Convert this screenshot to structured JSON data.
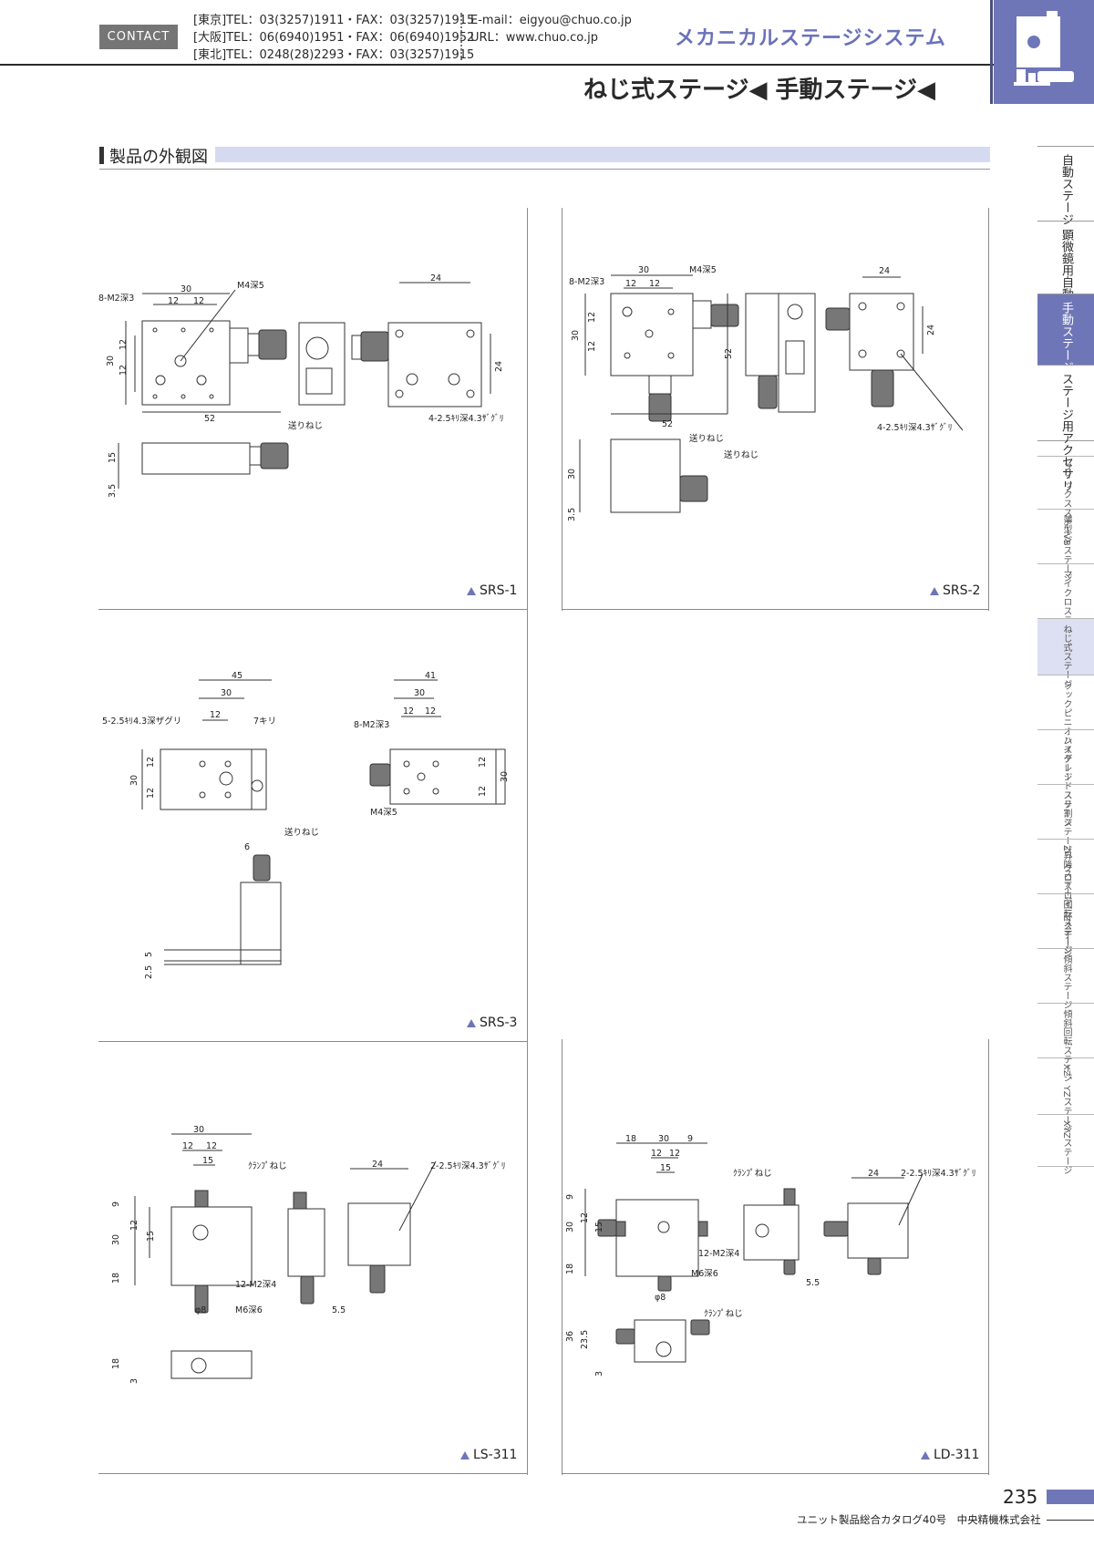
{
  "header": {
    "contact_label": "CONTACT",
    "tel_lines": [
      "[東京]TEL：03(3257)1911・FAX：03(3257)1915",
      "[大阪]TEL：06(6940)1951・FAX：06(6940)1952",
      "[東北]TEL：0248(28)2293・FAX：03(3257)1915"
    ],
    "email": "E-mail：eigyou@chuo.co.jp",
    "url": "URL：www.chuo.co.jp",
    "category_title": "メカニカルステージシステム",
    "page_subtitle": "ねじ式ステージ◀ 手動ステージ◀",
    "corner_icon": "stage-icon",
    "accent_color": "#6f76b7"
  },
  "section": {
    "title": "製品の外観図"
  },
  "products": [
    {
      "model": "SRS-1",
      "dims": [
        "8-M2深3",
        "30",
        "12",
        "12",
        "M4深5",
        "30",
        "12",
        "12",
        "52",
        "送りねじ",
        "15",
        "3.5",
        "24",
        "24",
        "4-2.5ｷﾘ深4.3ｻﾞｸﾞﾘ"
      ]
    },
    {
      "model": "SRS-2",
      "dims": [
        "30",
        "M4深5",
        "8-M2深3",
        "12",
        "12",
        "30",
        "12",
        "12",
        "52",
        "52",
        "24",
        "24",
        "4-2.5ｷﾘ深4.3ｻﾞｸﾞﾘ",
        "送りねじ",
        "送りねじ",
        "30",
        "3.5"
      ]
    },
    {
      "model": "SRS-3",
      "dims": [
        "45",
        "30",
        "12",
        "5-2.5ｷﾘ4.3深ザグリ",
        "7キリ",
        "30",
        "12",
        "12",
        "41",
        "30",
        "12",
        "12",
        "8-M2深3",
        "12",
        "12",
        "30",
        "M4深5",
        "6",
        "送りねじ",
        "5",
        "2.5"
      ]
    },
    {
      "model": "LS-311",
      "dims": [
        "30",
        "12",
        "12",
        "15",
        "9",
        "30",
        "12",
        "15",
        "18",
        "ｸﾗﾝﾌﾟねじ",
        "24",
        "2-2.5ｷﾘ深4.3ｻﾞｸﾞﾘ",
        "12-M2深4",
        "φ8",
        "M6深6",
        "5.5",
        "18",
        "3"
      ]
    },
    {
      "model": "LD-311",
      "dims": [
        "18",
        "30",
        "9",
        "12",
        "12",
        "15",
        "9",
        "30",
        "12",
        "15",
        "18",
        "12-M2深4",
        "M6深6",
        "φ8",
        "ｸﾗﾝﾌﾟねじ",
        "24",
        "2-2.5ｷﾘ深4.3ｻﾞｸﾞﾘ",
        "5.5",
        "ｸﾗﾝﾌﾟねじ",
        "36",
        "23.5",
        "3"
      ]
    }
  ],
  "sidebar": {
    "main": [
      {
        "label": "自動ステージ",
        "active": false
      },
      {
        "label": "顕微鏡用自動化製品",
        "active": false
      },
      {
        "label": "手動ステージ",
        "active": true
      },
      {
        "label": "ステージ用アクセサリ",
        "active": false
      }
    ],
    "sub": [
      {
        "label": "フィックスステージ",
        "active": false
      },
      {
        "label": "薄型VBステージ",
        "active": false
      },
      {
        "label": "マイクロステージ",
        "active": false
      },
      {
        "label": "ねじ式ステージ",
        "active": true
      },
      {
        "label": "ラックピニオンステージ",
        "active": false
      },
      {
        "label": "ハイグレードステージ",
        "active": false
      },
      {
        "label": "スリ割ステージ、クロスローラステージ",
        "active": false
      },
      {
        "label": "Z昇降ステージ、Zステージ",
        "active": false
      },
      {
        "label": "回転ステージ",
        "active": false
      },
      {
        "label": "傾斜ステージ",
        "active": false
      },
      {
        "label": "傾斜回転ステージ",
        "active": false
      },
      {
        "label": "XZ、YZステージ",
        "active": false
      },
      {
        "label": "XYZステージ",
        "active": false
      }
    ]
  },
  "footer": {
    "page_number": "235",
    "catalog_line": "ユニット製品総合カタログ40号　中央精機株式会社"
  }
}
